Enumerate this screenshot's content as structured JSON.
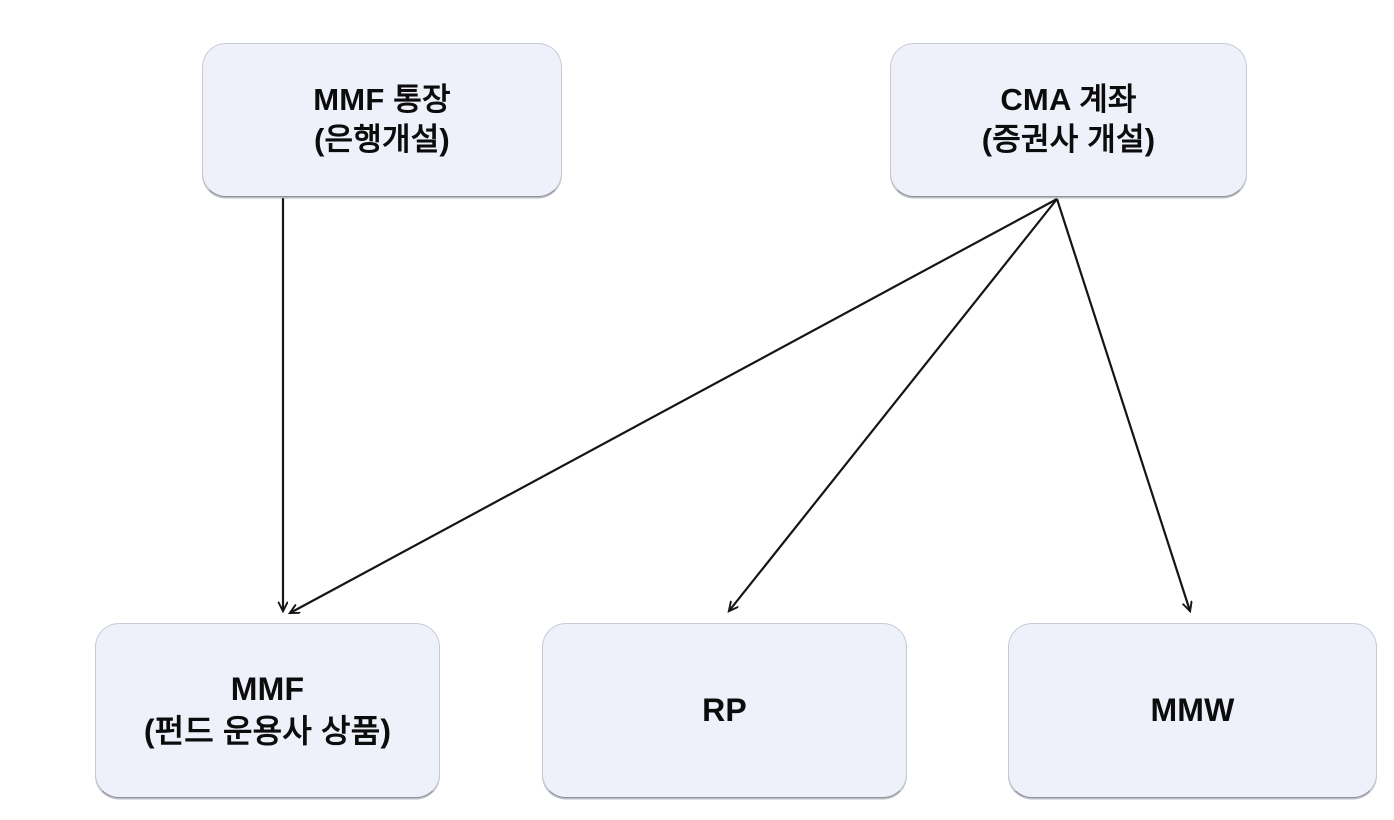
{
  "diagram": {
    "background_color": "#ffffff",
    "node_fill_color": "#eff1fa",
    "node_border_color": "#c7cbd8",
    "arrow_color": "#151517",
    "nodes": [
      {
        "id": "mmf-passbook",
        "line1": "MMF 통장",
        "line2": "(은행개설)"
      },
      {
        "id": "cma-account",
        "line1": "CMA 계좌",
        "line2": "(증권사 개설)"
      },
      {
        "id": "mmf-product",
        "line1": "MMF",
        "line2": "(펀드 운용사 상품)"
      },
      {
        "id": "rp",
        "line1": "RP",
        "line2": ""
      },
      {
        "id": "mmw",
        "line1": "MMW",
        "line2": ""
      }
    ],
    "edges": [
      {
        "from": "mmf-passbook",
        "to": "mmf-product"
      },
      {
        "from": "cma-account",
        "to": "mmf-product"
      },
      {
        "from": "cma-account",
        "to": "rp"
      },
      {
        "from": "cma-account",
        "to": "mmw"
      }
    ]
  }
}
